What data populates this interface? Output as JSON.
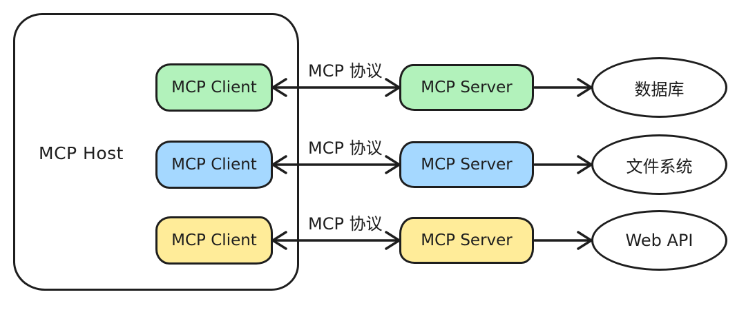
{
  "colors": {
    "stroke": "#1e1e1e",
    "background": "#ffffff",
    "green": "#b2f2bb",
    "blue": "#a5d8ff",
    "yellow": "#ffec99"
  },
  "diagram": {
    "host_label": "MCP Host",
    "rows": [
      {
        "client_label": "MCP Client",
        "protocol_label": "MCP 协议",
        "server_label": "MCP Server",
        "resource_label": "数据库",
        "fill": "#b2f2bb"
      },
      {
        "client_label": "MCP Client",
        "protocol_label": "MCP 协议",
        "server_label": "MCP Server",
        "resource_label": "文件系统",
        "fill": "#a5d8ff"
      },
      {
        "client_label": "MCP Client",
        "protocol_label": "MCP 协议",
        "server_label": "MCP Server",
        "resource_label": "Web API",
        "fill": "#ffec99"
      }
    ]
  }
}
